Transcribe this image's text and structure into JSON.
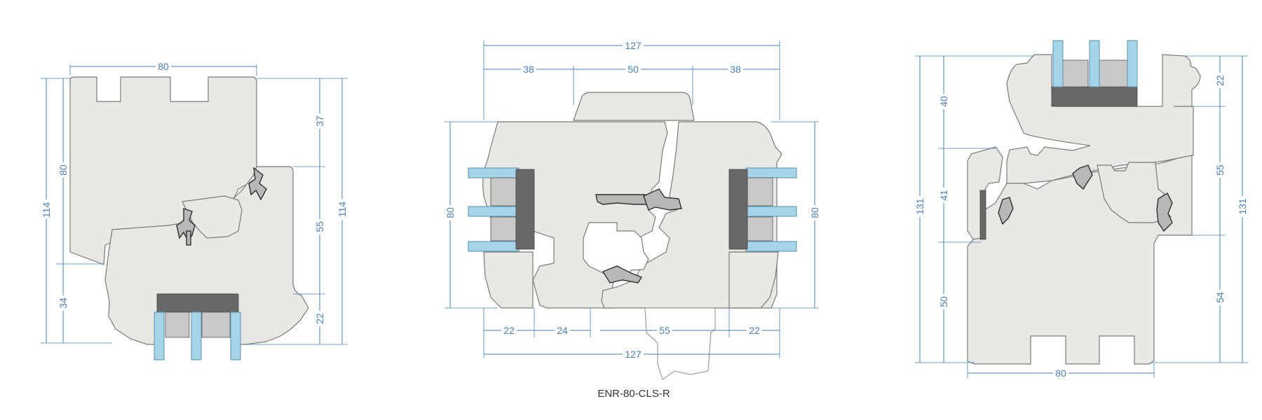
{
  "caption": "ENR-80-CLS-R",
  "colors": {
    "dimension": "#4a7fb5",
    "profile_fill": "#e8e8e7",
    "profile_stroke": "#7a7a7a",
    "glass": "#a6d5ea",
    "sealant": "#686868"
  },
  "left_section": {
    "dims": {
      "top_width": "80",
      "left_total": "114",
      "left_upper": "80",
      "left_lower": "34",
      "right_upper": "37",
      "right_middle": "55",
      "right_lower": "22",
      "right_total": "114"
    }
  },
  "middle_section": {
    "dims": {
      "top_total": "127",
      "top_left": "38",
      "top_center": "50",
      "top_right": "38",
      "left_height": "80",
      "right_height": "80",
      "bottom_1": "22",
      "bottom_2": "24",
      "bottom_3": "55",
      "bottom_4": "22",
      "bottom_total": "127"
    }
  },
  "right_section": {
    "dims": {
      "left_total": "131",
      "left_upper": "40",
      "left_middle": "41",
      "left_lower": "50",
      "right_upper": "22",
      "right_middle": "55",
      "right_lower": "54",
      "right_total": "131",
      "bottom_width": "80"
    }
  }
}
